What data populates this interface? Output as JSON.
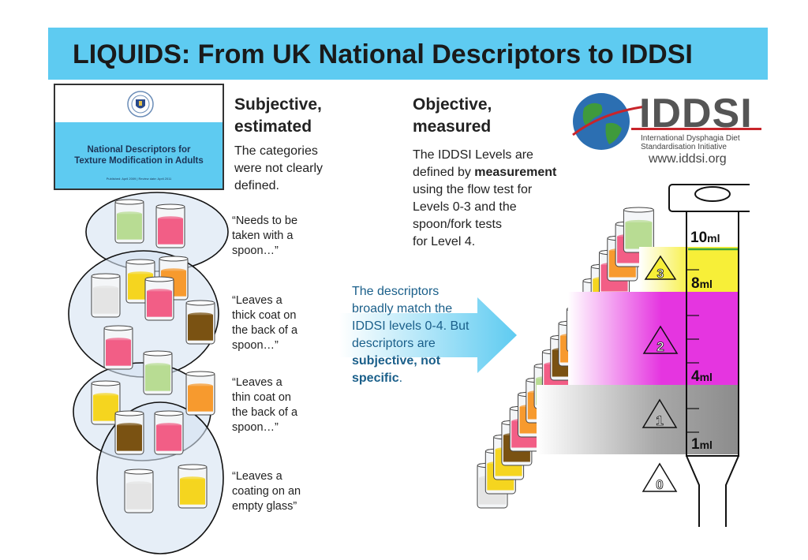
{
  "title": "LIQUIDS: From UK National Descriptors to IDDSI",
  "document": {
    "title_line1": "National Descriptors for",
    "title_line2": "Texture Modification in Adults",
    "footer": "Published: April 2009 | Review date: April 2011"
  },
  "subjective": {
    "heading_line1": "Subjective,",
    "heading_line2": "estimated",
    "line1": "The categories",
    "line2": "were not clearly",
    "line3": "defined."
  },
  "objective": {
    "heading_line1": "Objective,",
    "heading_line2": "measured",
    "line1": "The IDDSI Levels are",
    "line2_prefix": "defined by ",
    "line2_bold": "measurement",
    "line3": "using the flow test for",
    "line4": "Levels 0-3 and the",
    "line5": "spoon/fork tests",
    "line6": "for Level 4."
  },
  "quotes": [
    {
      "line1": "“Needs to be",
      "line2": "taken with a",
      "line3": "spoon…”"
    },
    {
      "line1": "“Leaves a",
      "line2": "thick coat on",
      "line3": "the back of a",
      "line4": "spoon…”"
    },
    {
      "line1": "“Leaves a",
      "line2": "thin coat on",
      "line3": "the back of a",
      "line4": "spoon…”"
    },
    {
      "line1": "“Leaves a",
      "line2": "coating on an",
      "line3": "empty glass”"
    }
  ],
  "arrow": {
    "line1": "The descriptors",
    "line2": "broadly match the",
    "line3": "IDDSI levels 0-4. But",
    "line4": "descriptors are",
    "line5_bold": "subjective, not",
    "line6_bold": "specific",
    "line6_tail": "."
  },
  "logo": {
    "word": "IDDSI",
    "sub_line1": "International Dysphagia Diet",
    "sub_line2": "Standardisation Initiative",
    "url": "www.iddsi.org"
  },
  "syringe": {
    "marks": [
      {
        "value": "10",
        "unit": "ml"
      },
      {
        "value": "8",
        "unit": "ml"
      },
      {
        "value": "4",
        "unit": "ml"
      },
      {
        "value": "1",
        "unit": "ml"
      }
    ],
    "levels": [
      {
        "number": "3",
        "color": "#f7ef38"
      },
      {
        "number": "2",
        "color": "#e535e0"
      },
      {
        "number": "1",
        "color": "#b3b3b3"
      },
      {
        "number": "0",
        "color": "#ffffff"
      }
    ]
  },
  "colors": {
    "title_bar": "#5ecbf1",
    "pink": "#f25e86",
    "orange": "#f79a2e",
    "yellow": "#f5d51f",
    "brown": "#7a5212",
    "green": "#b8dc93",
    "white_liquid": "#e4e4e4"
  }
}
